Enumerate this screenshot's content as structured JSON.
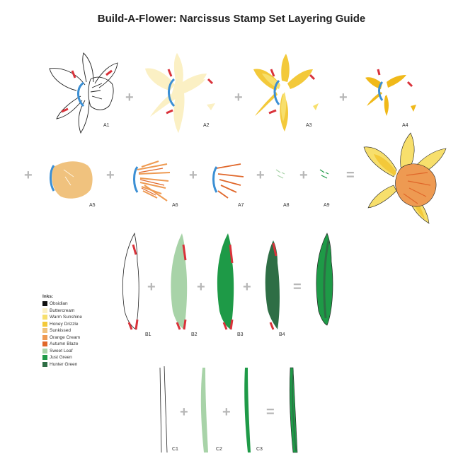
{
  "title": "Build-A-Flower: Narcissus Stamp Set Layering Guide",
  "operators": {
    "plus": "+",
    "equals": "="
  },
  "labels": {
    "a1": "A1",
    "a2": "A2",
    "a3": "A3",
    "a4": "A4",
    "a5": "A5",
    "a6": "A6",
    "a7": "A7",
    "a8": "A8",
    "a9": "A9",
    "b1": "B1",
    "b2": "B2",
    "b3": "B3",
    "b4": "B4",
    "c1": "C1",
    "c2": "C2",
    "c3": "C3"
  },
  "legend": {
    "title": "Inks:",
    "items": [
      {
        "name": "Obsidian",
        "color": "#111111"
      },
      {
        "name": "Buttercream",
        "color": "#fbf0c4"
      },
      {
        "name": "Warm Sunshine",
        "color": "#f7df6c"
      },
      {
        "name": "Honey Drizzle",
        "color": "#f3c93a"
      },
      {
        "name": "Sunkissed",
        "color": "#f0c27e"
      },
      {
        "name": "Orange Cream",
        "color": "#ee9a52"
      },
      {
        "name": "Autumn Blaze",
        "color": "#e0672a"
      },
      {
        "name": "Sweet Leaf",
        "color": "#a8d3a8"
      },
      {
        "name": "Just Green",
        "color": "#1e9a47"
      },
      {
        "name": "Hunter Green",
        "color": "#2e6e45"
      }
    ]
  },
  "colors": {
    "outline": "#222222",
    "registration_blue": "#3b8fd4",
    "registration_red": "#d9323a",
    "operator_gray": "#b7b7b7"
  }
}
